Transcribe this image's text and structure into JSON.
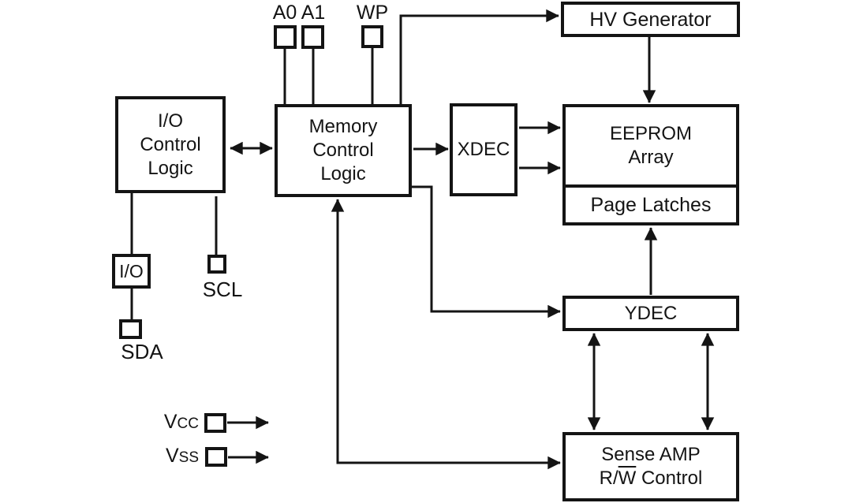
{
  "diagram": {
    "background": "#ffffff",
    "line_color": "#141414",
    "blocks": {
      "hv_generator": {
        "label": "HV Generator"
      },
      "io_control": {
        "line1": "I/O",
        "line2": "Control",
        "line3": "Logic"
      },
      "memory_control": {
        "line1": "Memory",
        "line2": "Control",
        "line3": "Logic"
      },
      "xdec": {
        "label": "XDEC"
      },
      "eeprom": {
        "line1": "EEPROM",
        "line2": "Array"
      },
      "page_latches": {
        "label": "Page Latches"
      },
      "ydec": {
        "label": "YDEC"
      },
      "sense_amp": {
        "line1": "Sense AMP",
        "line2_pre": "R/",
        "line2_over": "W",
        "line2_post": " Control"
      },
      "io_pad": {
        "label": "I/O"
      }
    },
    "pins": {
      "a0": {
        "label": "A0"
      },
      "a1": {
        "label": "A1"
      },
      "wp": {
        "label": "WP"
      },
      "scl": {
        "label": "SCL"
      },
      "sda": {
        "label": "SDA"
      },
      "vcc": {
        "main": "V",
        "sub": "CC"
      },
      "vss": {
        "main": "V",
        "sub": "SS"
      }
    }
  }
}
